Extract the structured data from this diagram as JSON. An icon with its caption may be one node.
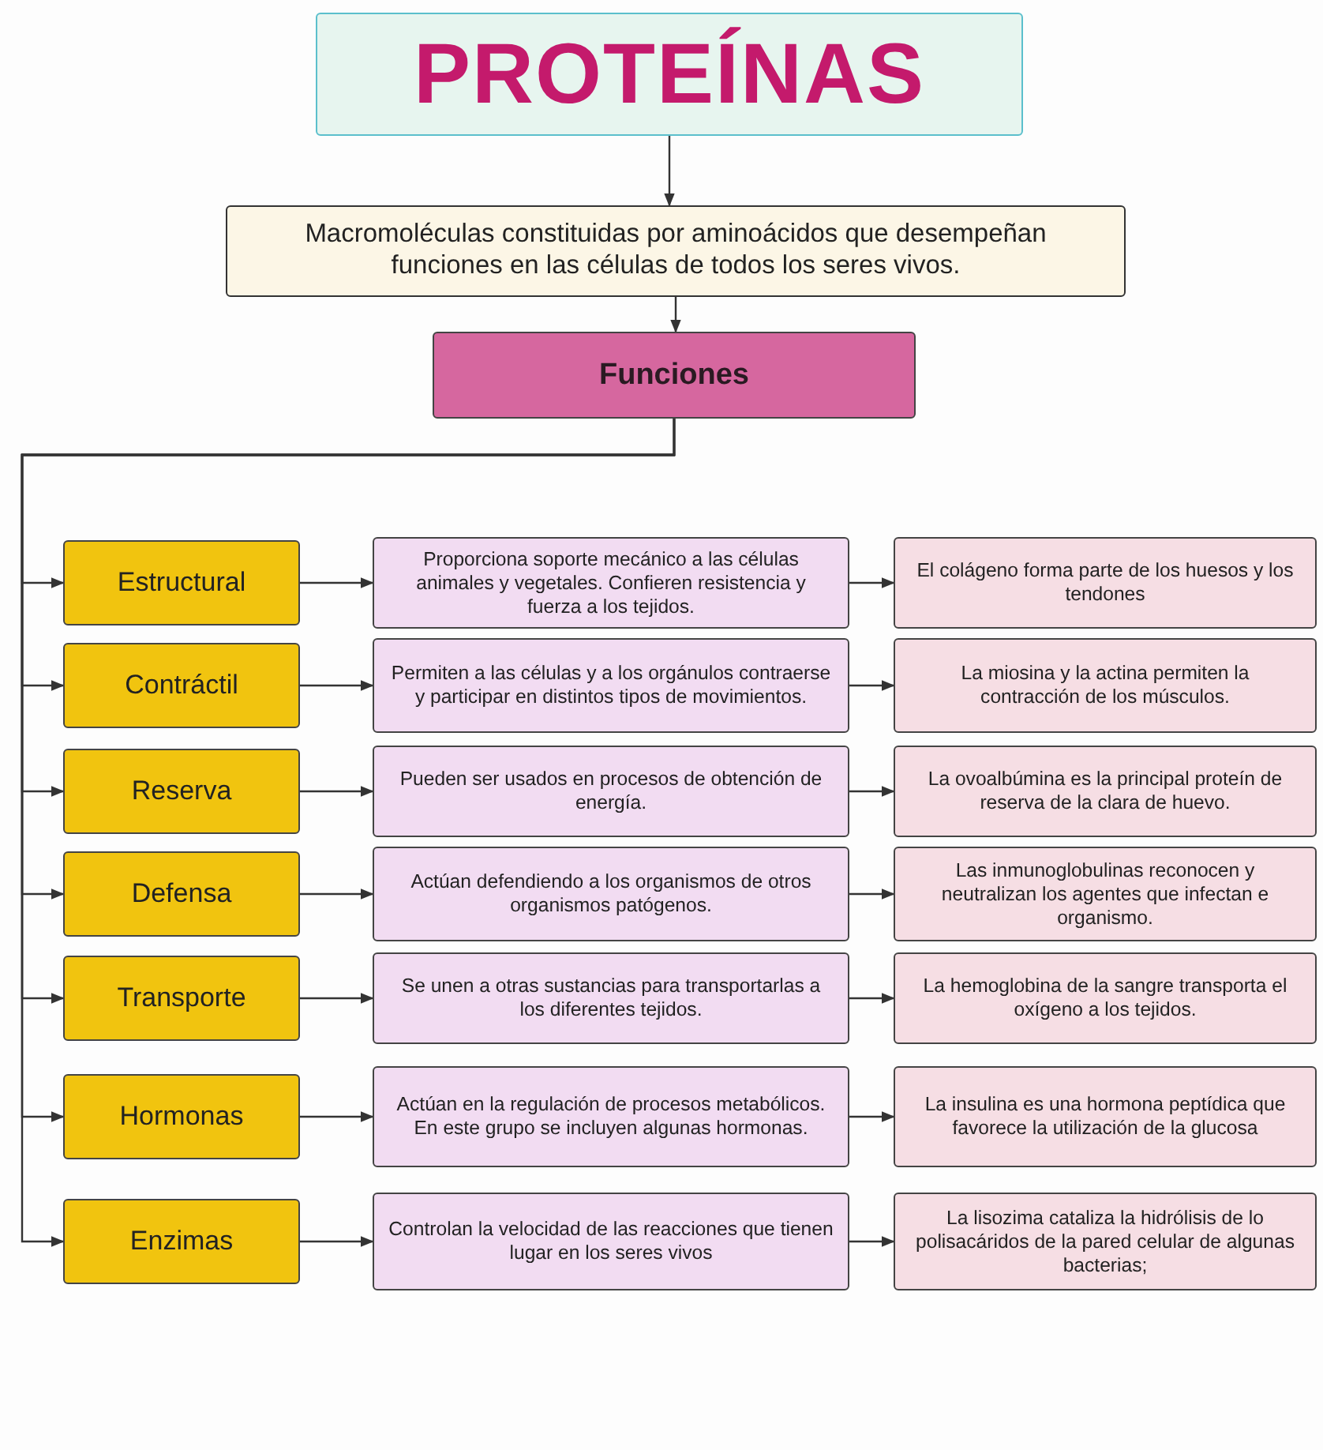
{
  "diagram": {
    "nodes": [
      {
        "text": [
          "PROTEÍNAS"
        ]
      },
      {
        "text": [
          "Macromoléculas constituidas por aminoácidos que desempeñan funciones en las células de todos los seres vivos."
        ]
      },
      {
        "text": [
          "Funciones"
        ]
      },
      {
        "text": [
          "Estructural"
        ]
      },
      {
        "text": [
          "Proporciona soporte mecánico a las células animales y vegetales. Confieren resistencia y fuerza a los tejidos."
        ]
      },
      {
        "text": [
          "El colágeno forma parte de los huesos y los tendones"
        ]
      },
      {
        "text": [
          "Contráctil"
        ]
      },
      {
        "text": [
          "Permiten a las células y a los orgánulos contraerse y participar en distintos tipos de movimientos."
        ]
      },
      {
        "text": [
          "La miosina y la actina permiten la contracción de los músculos."
        ]
      },
      {
        "text": [
          "Reserva"
        ]
      },
      {
        "text": [
          "Pueden ser usados en procesos de obtención de energía."
        ]
      },
      {
        "text": [
          "La ovoalbúmina es la principal proteín de reserva de la clara de huevo."
        ]
      },
      {
        "text": [
          "Defensa"
        ]
      },
      {
        "text": [
          "Actúan defendiendo a los organismos de otros organismos patógenos."
        ]
      },
      {
        "text": [
          "Las inmunoglobulinas reconocen y neutralizan los agentes que infectan e organismo."
        ]
      },
      {
        "text": [
          "Transporte"
        ]
      },
      {
        "text": [
          "Se unen a otras sustancias para transportarlas a los diferentes tejidos."
        ]
      },
      {
        "text": [
          "La hemoglobina de la sangre transporta el oxígeno a los tejidos."
        ]
      },
      {
        "text": [
          "Hormonas"
        ]
      },
      {
        "text": [
          "Actúan en la regulación de procesos metabólicos. En este grupo se incluyen algunas hormonas."
        ]
      },
      {
        "text": [
          "La insulina es una hormona peptídica que favorece la utilización de la glucosa"
        ]
      },
      {
        "text": [
          "Enzimas"
        ]
      },
      {
        "text": [
          "Controlan la velocidad de las reacciones que tienen lugar en los seres vivos"
        ]
      },
      {
        "text": [
          "La lisozima cataliza la hidrólisis de lo polisacáridos de la pared celular de algunas bacterias;"
        ]
      }
    ],
    "edges": [
      {
        "from": 0,
        "to": 1,
        "arrow": "to"
      },
      {
        "from": 1,
        "to": 2,
        "arrow": "to"
      },
      {
        "from": 2,
        "to": 3,
        "arrow": "to"
      },
      {
        "from": 2,
        "to": 6,
        "arrow": "to"
      },
      {
        "from": 2,
        "to": 9,
        "arrow": "to"
      },
      {
        "from": 2,
        "to": 12,
        "arrow": "to"
      },
      {
        "from": 2,
        "to": 15,
        "arrow": "to"
      },
      {
        "from": 2,
        "to": 18,
        "arrow": "to"
      },
      {
        "from": 2,
        "to": 21,
        "arrow": "to"
      },
      {
        "from": 3,
        "to": 4,
        "arrow": "to"
      },
      {
        "from": 4,
        "to": 5,
        "arrow": "to"
      },
      {
        "from": 6,
        "to": 7,
        "arrow": "to"
      },
      {
        "from": 7,
        "to": 8,
        "arrow": "to"
      },
      {
        "from": 9,
        "to": 10,
        "arrow": "to"
      },
      {
        "from": 10,
        "to": 11,
        "arrow": "to"
      },
      {
        "from": 12,
        "to": 13,
        "arrow": "to"
      },
      {
        "from": 13,
        "to": 14,
        "arrow": "to"
      },
      {
        "from": 15,
        "to": 16,
        "arrow": "to"
      },
      {
        "from": 16,
        "to": 17,
        "arrow": "to"
      },
      {
        "from": 18,
        "to": 19,
        "arrow": "to"
      },
      {
        "from": 19,
        "to": 20,
        "arrow": "to"
      },
      {
        "from": 21,
        "to": 22,
        "arrow": "to"
      },
      {
        "from": 22,
        "to": 23,
        "arrow": "to"
      }
    ]
  }
}
